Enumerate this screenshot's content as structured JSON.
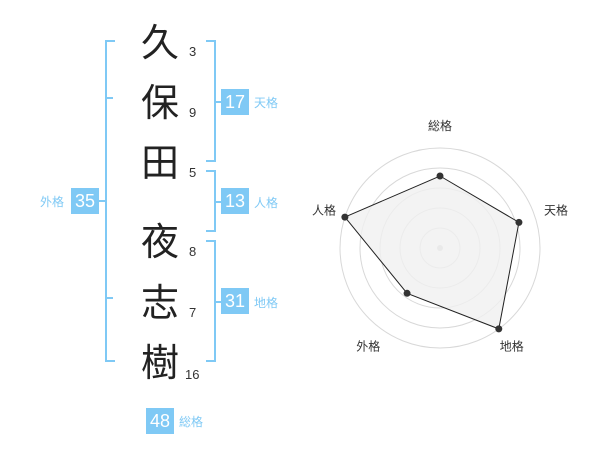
{
  "name_chars": [
    {
      "char": "久",
      "strokes": "3"
    },
    {
      "char": "保",
      "strokes": "9"
    },
    {
      "char": "田",
      "strokes": "5"
    },
    {
      "char": "夜",
      "strokes": "8"
    },
    {
      "char": "志",
      "strokes": "7"
    },
    {
      "char": "樹",
      "strokes": "16"
    }
  ],
  "kakusu": {
    "tenkaku": {
      "value": "17",
      "label": "天格"
    },
    "jinkaku": {
      "value": "13",
      "label": "人格"
    },
    "chikaku": {
      "value": "31",
      "label": "地格"
    },
    "gaikaku": {
      "value": "35",
      "label": "外格"
    },
    "soukaku": {
      "value": "48",
      "label": "総格"
    }
  },
  "colors": {
    "accent": "#7fc9f5",
    "text": "#222222",
    "radar_fill": "#f0f0f0",
    "radar_line": "#222222"
  },
  "radar": {
    "axes": [
      "総格",
      "天格",
      "地格",
      "外格",
      "人格"
    ],
    "levels": 5,
    "values": [
      0.72,
      0.83,
      1.0,
      0.56,
      1.0
    ]
  }
}
